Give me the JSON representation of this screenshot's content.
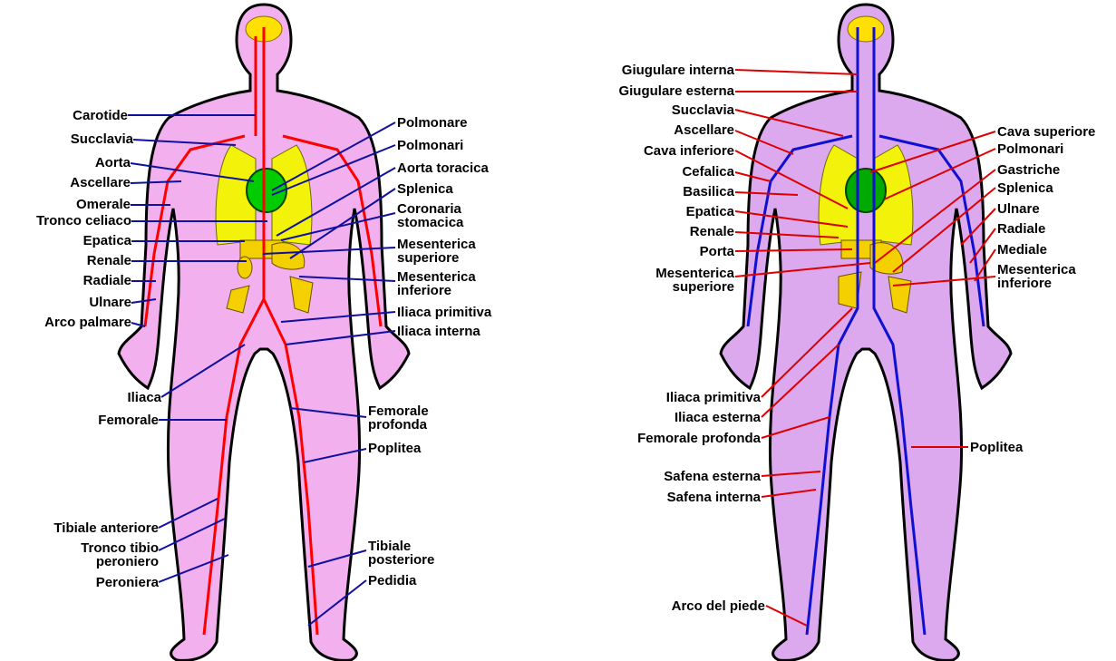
{
  "colors": {
    "skin": "#f3b0ee",
    "artery": "#ff0000",
    "vein": "#1010d0",
    "lungs": "#f2f20a",
    "heart": "#00cc00",
    "brain": "#ffe000",
    "organ": "#f5d000"
  },
  "arteries": {
    "left_labels": [
      "Carotide",
      "Succlavia",
      "Aorta",
      "Ascellare",
      "Omerale",
      "Tronco celiaco",
      "Epatica",
      "Renale",
      "Radiale",
      "Ulnare",
      "Arco palmare",
      "Iliaca",
      "Femorale",
      "Tibiale anteriore",
      "Tronco tibio peroniero",
      "Peroniera"
    ],
    "right_labels": [
      "Polmonare",
      "Polmonari",
      "Aorta toracica",
      "Splenica",
      "Coronaria stomacica",
      "Mesenterica superiore",
      "Mesenterica inferiore",
      "Iliaca primitiva",
      "Iliaca interna",
      "Femorale profonda",
      "Poplitea",
      "Tibiale posteriore",
      "Pedidia"
    ]
  },
  "veins": {
    "left_labels": [
      "Giugulare interna",
      "Giugulare esterna",
      "Succlavia",
      "Ascellare",
      "Cava inferiore",
      "Cefalica",
      "Basilica",
      "Epatica",
      "Renale",
      "Porta",
      "Mesenterica superiore",
      "Iliaca primitiva",
      "Iliaca esterna",
      "Femorale profonda",
      "Safena esterna",
      "Safena interna",
      "Arco del piede"
    ],
    "right_labels": [
      "Cava superiore",
      "Polmonari",
      "Gastriche",
      "Splenica",
      "Ulnare",
      "Radiale",
      "Mediale",
      "Mesenterica inferiore",
      "Poplitea"
    ]
  }
}
